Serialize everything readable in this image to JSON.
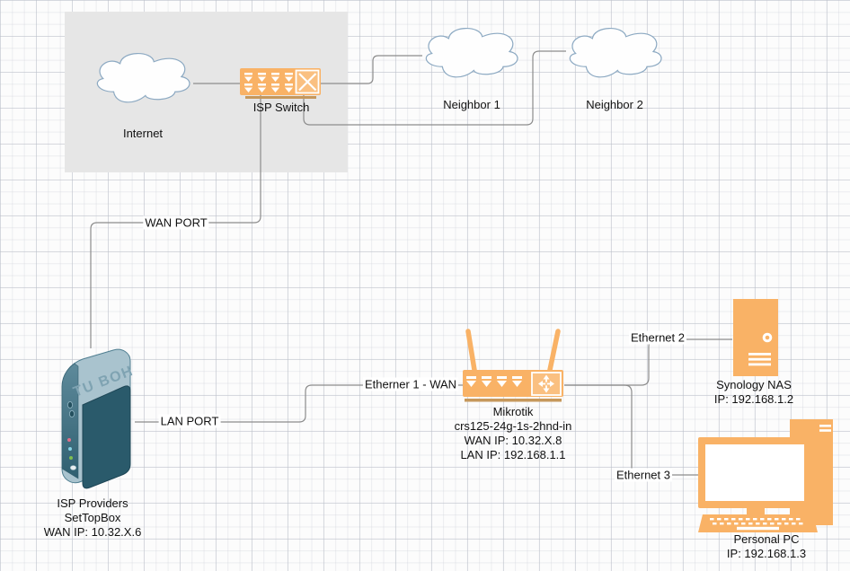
{
  "diagram": {
    "nodes": {
      "internet": {
        "label": "Internet"
      },
      "isp_switch": {
        "label": "ISP Switch"
      },
      "neighbor1": {
        "label": "Neighbor 1"
      },
      "neighbor2": {
        "label": "Neighbor 2"
      },
      "settopbox": {
        "device_text": "TU BOH",
        "line1": "ISP Providers",
        "line2": "SetTopBox",
        "line3": "WAN IP: 10.32.X.6"
      },
      "mikrotik": {
        "line1": "Mikrotik",
        "line2": "crs125-24g-1s-2hnd-in",
        "line3": "WAN IP: 10.32.X.8",
        "line4": "LAN IP: 192.168.1.1"
      },
      "nas": {
        "line1": "Synology NAS",
        "line2": "IP: 192.168.1.2"
      },
      "pc": {
        "line1": "Personal PC",
        "line2": "IP: 192.168.1.3"
      }
    },
    "edge_labels": {
      "wan_port": "WAN PORT",
      "lan_port": "LAN PORT",
      "etherner1_wan": "Etherner 1 - WAN",
      "ethernet2": "Ethernet 2",
      "ethernet3": "Ethernet 3"
    },
    "colors": {
      "device_orange": "#F9B266",
      "device_underline": "#C6985C",
      "edge_line": "#8C8C8C",
      "cloud_stroke": "#8CA9C2",
      "panel_gray": "#E6E6E6",
      "stb_light_panel": "#A9C3CE",
      "stb_dark_teal": "#2A5A6B"
    }
  }
}
